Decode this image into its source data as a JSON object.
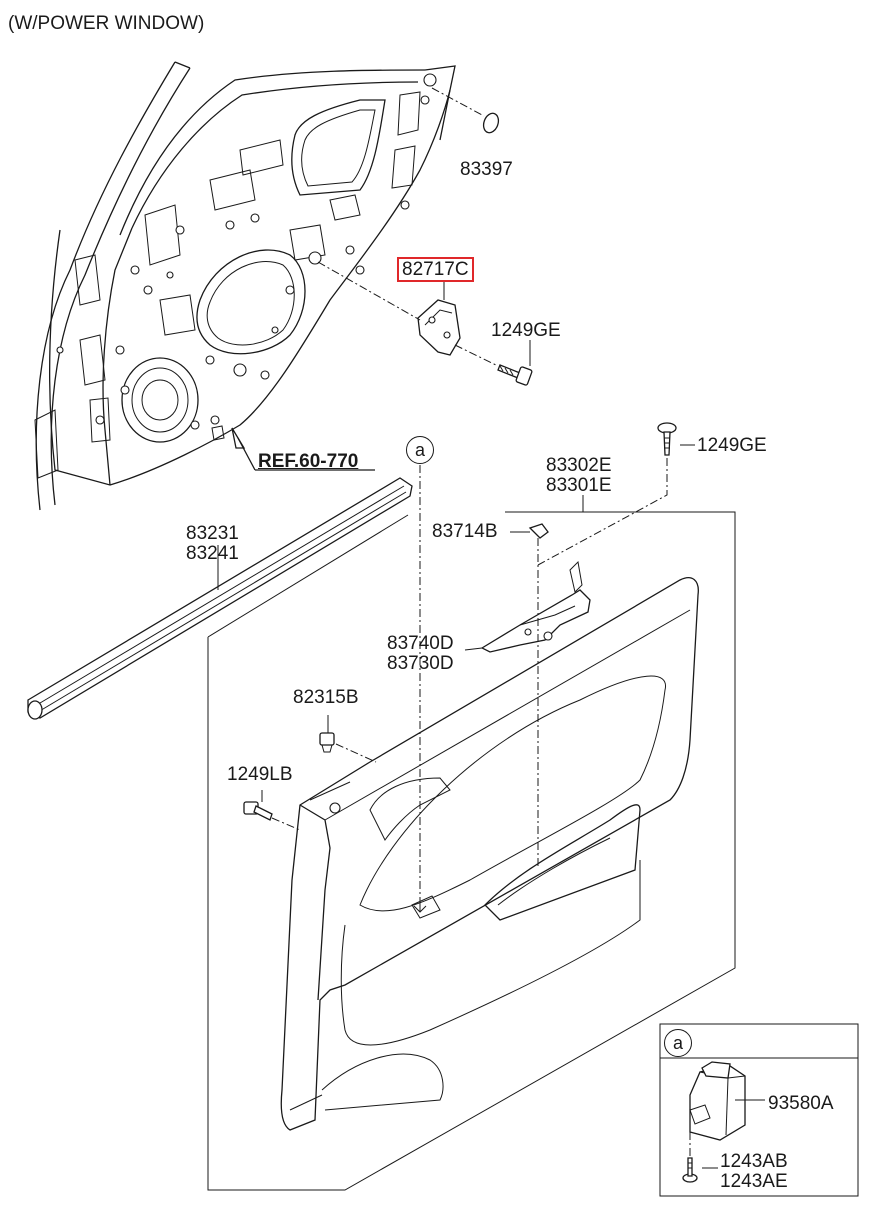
{
  "header": {
    "title": "(W/POWER WINDOW)"
  },
  "parts": {
    "p83397": "83397",
    "p82717c": "82717C",
    "p1249ge_a": "1249GE",
    "ref": "REF.60-770",
    "callout_a": "a",
    "p1249ge_b": "1249GE",
    "p83302e": "83302E",
    "p83301e": "83301E",
    "p83231": "83231",
    "p83241": "83241",
    "p83714b": "83714B",
    "p83740d": "83740D",
    "p83730d": "83730D",
    "p82315b": "82315B",
    "p1249lb": "1249LB"
  },
  "inset": {
    "marker": "a",
    "p93580a": "93580A",
    "p1243ab": "1243AB",
    "p1243ae": "1243AE"
  },
  "colors": {
    "highlight": "#e0282a",
    "line": "#1a1a1a",
    "background": "#ffffff"
  },
  "highlighted_part": "82717C"
}
